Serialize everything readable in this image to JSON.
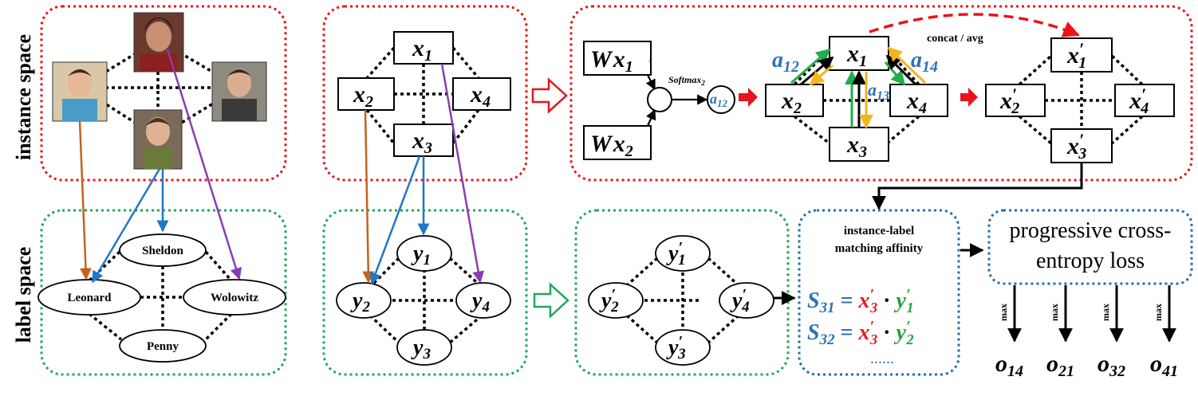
{
  "side_labels": {
    "instance": "instance space",
    "label": "label space"
  },
  "names": {
    "sheldon": "Sheldon",
    "leonard": "Leonard",
    "wolowitz": "Wolowitz",
    "penny": "Penny"
  },
  "x_nodes": {
    "x1": "x",
    "x2": "x",
    "x3": "x",
    "x4": "x",
    "s1": "1",
    "s2": "2",
    "s3": "3",
    "s4": "4"
  },
  "y_nodes": {
    "y": "y",
    "s1": "1",
    "s2": "2",
    "s3": "3",
    "s4": "4"
  },
  "prime": "′",
  "attention": {
    "wx": "W",
    "x": "x",
    "s1": "1",
    "s2": "2",
    "softmax": "Softmax",
    "softmax_sub": "2",
    "a": "a",
    "a12_sub": "12",
    "a13_sub": "13",
    "a14_sub": "14",
    "concat": "concat / avg"
  },
  "matching": {
    "title1": "instance-label",
    "title2": "matching affinity",
    "S": "S",
    "s31": "31",
    "s32": "32",
    "eq": "=",
    "dot": "·",
    "ellipsis": "......"
  },
  "loss": {
    "line1": "progressive cross-",
    "line2": "entropy loss",
    "max": "max"
  },
  "outputs": {
    "o": "o",
    "o14": "14",
    "o21": "21",
    "o32": "32",
    "o41": "41"
  },
  "colors": {
    "red_box": "#e8141a",
    "green_box": "#22a85a",
    "blue_box": "#1f6fb5",
    "orange": "#c8601e",
    "blue": "#2277c4",
    "purple": "#8a3db0",
    "green_arrow": "#1fae4a",
    "yellow_arrow": "#f2b51c",
    "blue_text": "#2a73b8",
    "red_text": "#e11d1d",
    "green_text": "#22a33c"
  }
}
